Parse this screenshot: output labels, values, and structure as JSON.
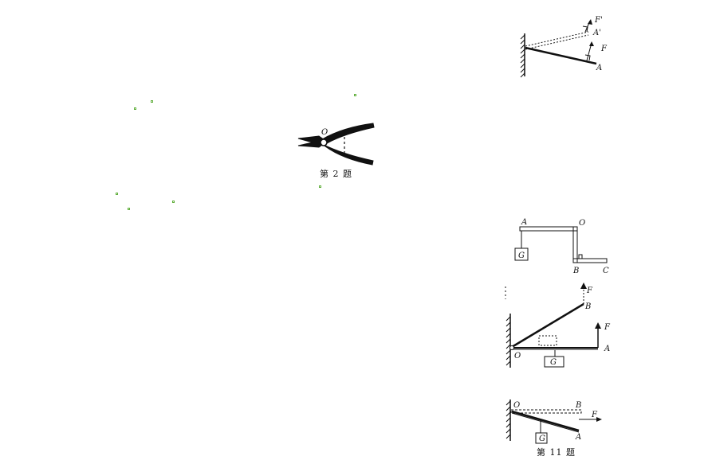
{
  "fig_scissors": {
    "point_o": "O",
    "caption": "第 2 题"
  },
  "fig_bar_forces": {
    "label_f_prime": "F'",
    "label_a_prime": "A'",
    "label_f": "F",
    "label_a": "A"
  },
  "fig_bent_lever": {
    "label_a": "A",
    "label_o": "O",
    "label_g": "G",
    "label_b": "B",
    "label_c": "C"
  },
  "fig_lever_pair": {
    "label_f_top": "F",
    "label_b": "B",
    "label_f": "F",
    "label_a": "A",
    "label_o": "O",
    "label_g": "G"
  },
  "fig_q11": {
    "label_o": "O",
    "label_b": "B",
    "label_f": "F",
    "label_g": "G",
    "label_a": "A",
    "caption": "第 11 题"
  },
  "colors": {
    "ink": "#111111",
    "marker": "#5fae3a",
    "background": "#ffffff"
  }
}
